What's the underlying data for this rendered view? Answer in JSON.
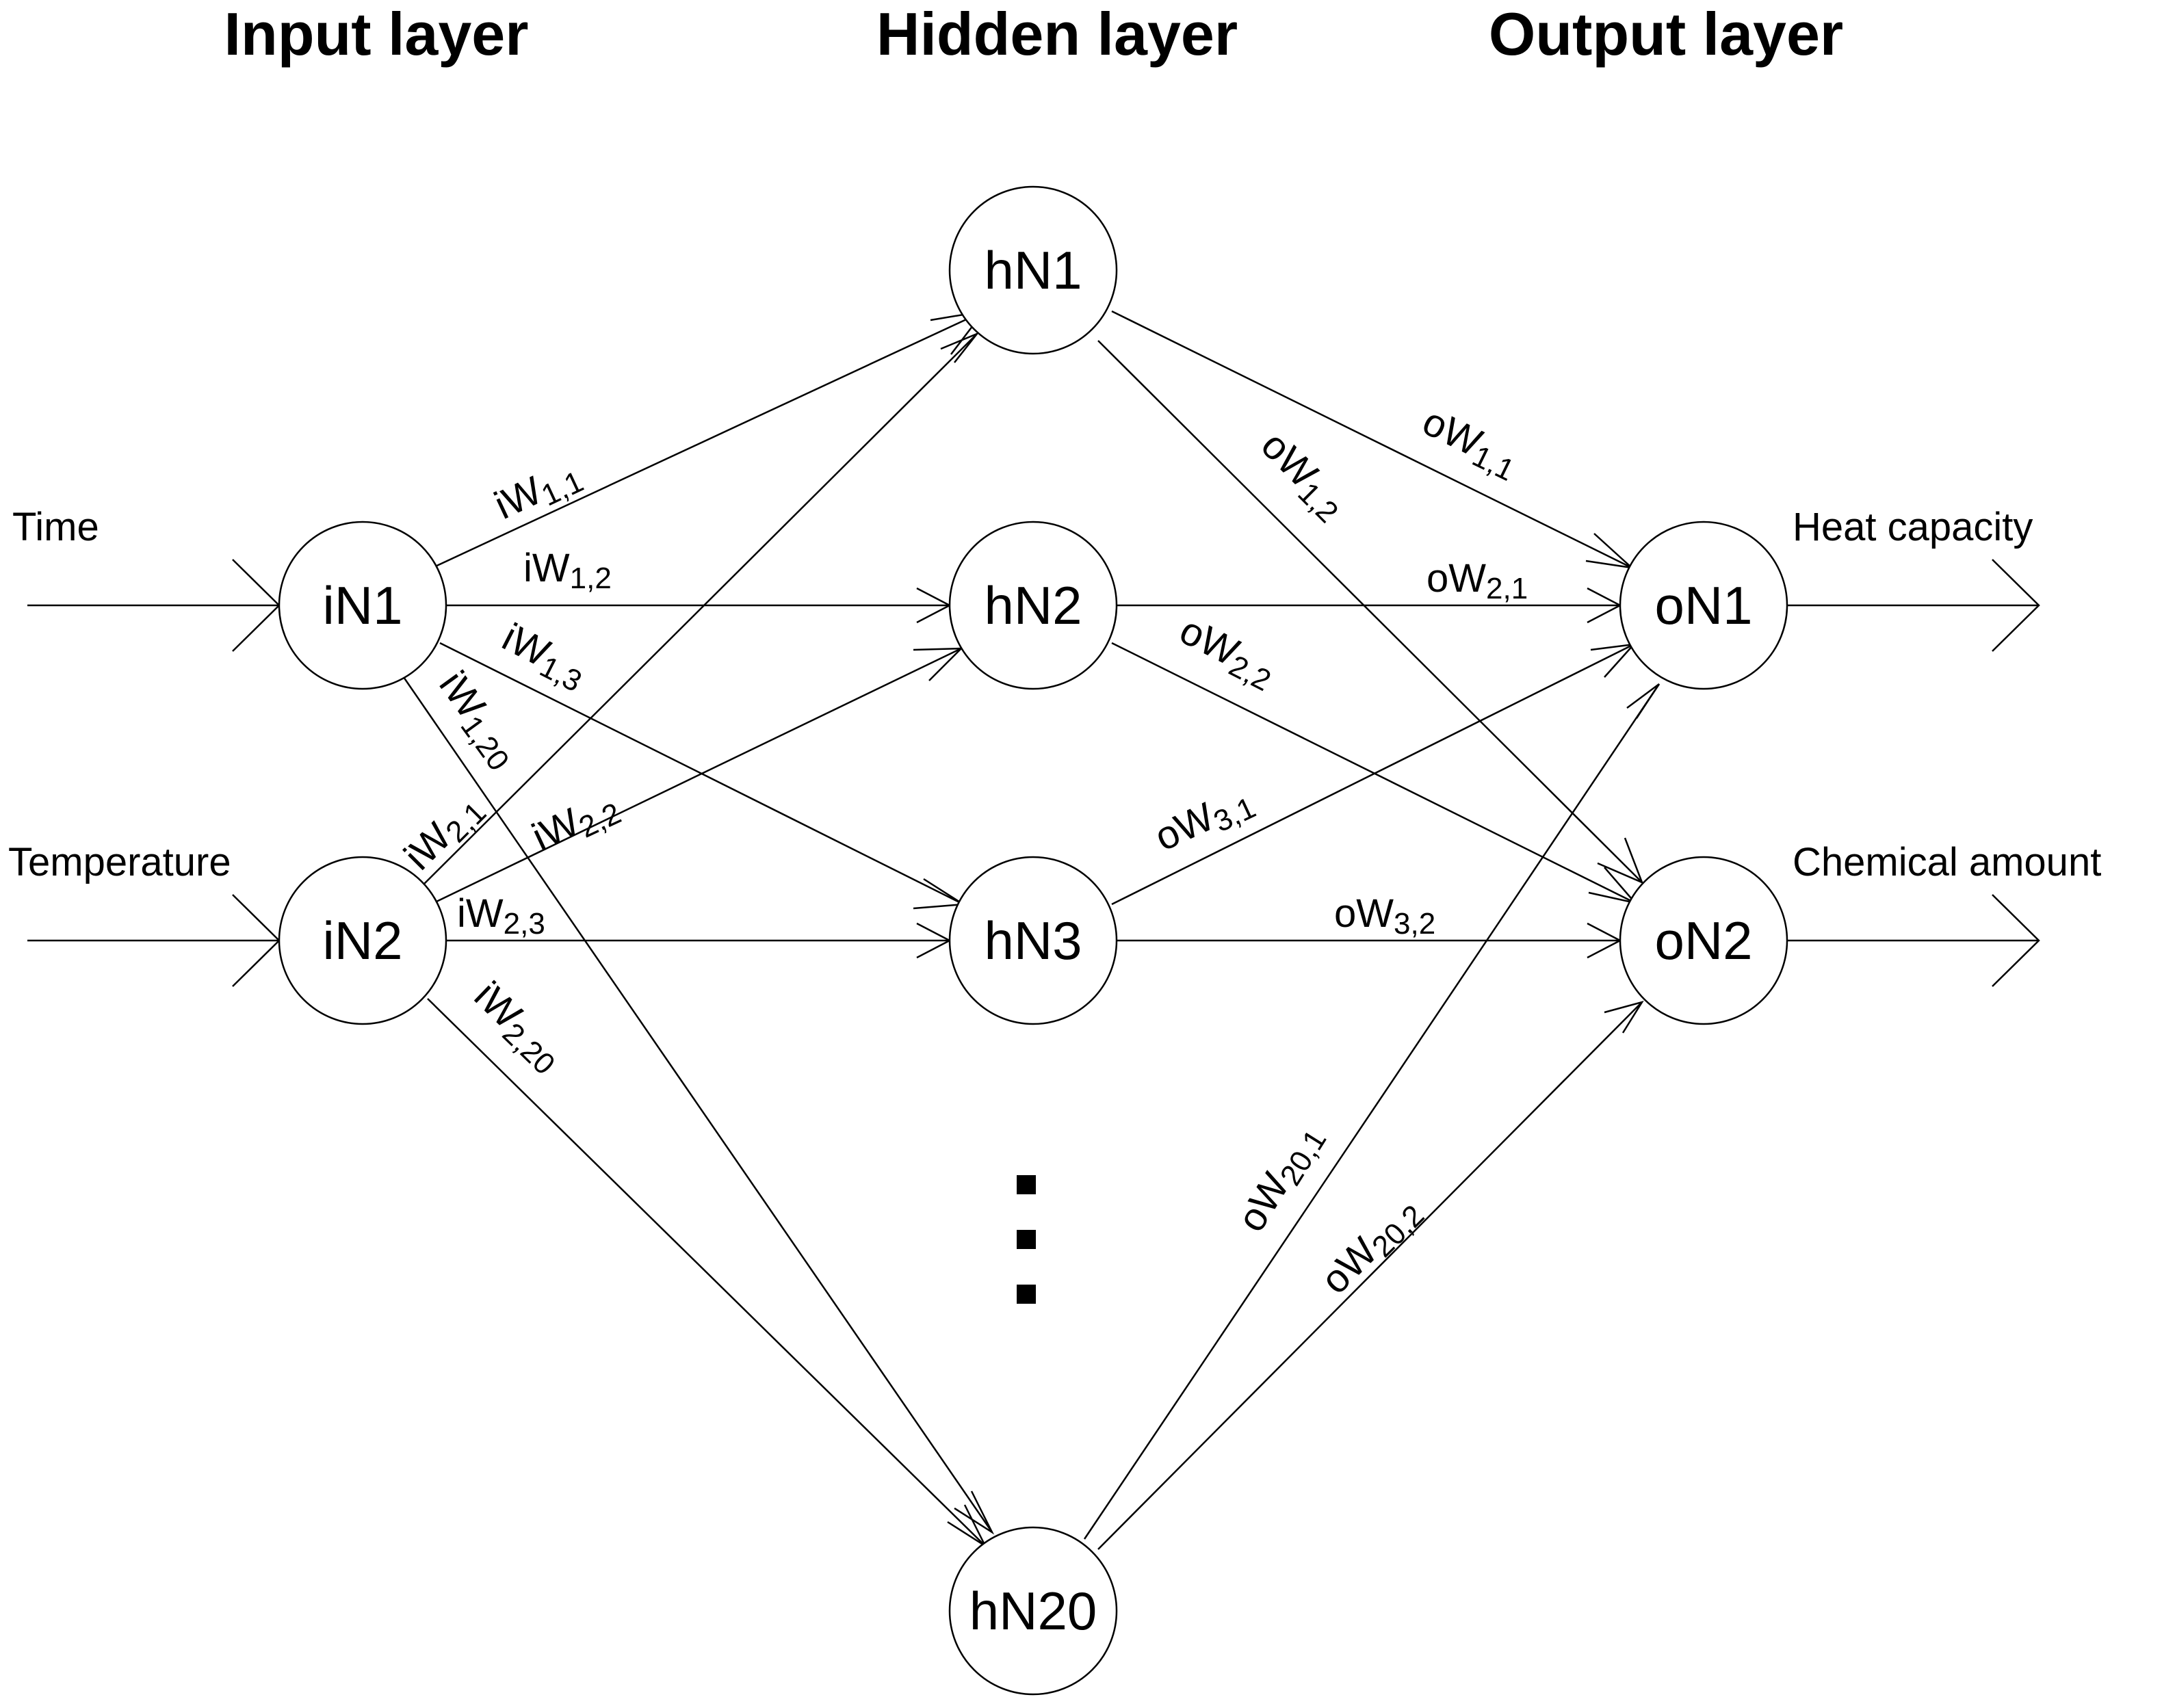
{
  "layers": {
    "input_title": "Input layer",
    "hidden_title": "Hidden layer",
    "output_title": "Output layer"
  },
  "inputs": [
    {
      "label": "Time"
    },
    {
      "label": "Temperature"
    }
  ],
  "outputs": [
    {
      "label": "Heat capacity"
    },
    {
      "label": "Chemical amount"
    }
  ],
  "nodes": {
    "iN1": "iN1",
    "iN2": "iN2",
    "hN1": "hN1",
    "hN2": "hN2",
    "hN3": "hN3",
    "hN20": "hN20",
    "oN1": "oN1",
    "oN2": "oN2"
  },
  "weights": {
    "iw11": {
      "base": "iW",
      "sub": "1,1"
    },
    "iw12": {
      "base": "iW",
      "sub": "1,2"
    },
    "iw13": {
      "base": "iW",
      "sub": "1,3"
    },
    "iw120": {
      "base": "iW",
      "sub": "1,20"
    },
    "iw21": {
      "base": "iW",
      "sub": "2,1"
    },
    "iw22": {
      "base": "iW",
      "sub": "2,2"
    },
    "iw23": {
      "base": "iW",
      "sub": "2,3"
    },
    "iw220": {
      "base": "iW",
      "sub": "2,20"
    },
    "ow11": {
      "base": "oW",
      "sub": "1,1"
    },
    "ow12": {
      "base": "oW",
      "sub": "1,2"
    },
    "ow21": {
      "base": "oW",
      "sub": "2,1"
    },
    "ow22": {
      "base": "oW",
      "sub": "2,2"
    },
    "ow31": {
      "base": "oW",
      "sub": "3,1"
    },
    "ow32": {
      "base": "oW",
      "sub": "3,2"
    },
    "ow201": {
      "base": "oW",
      "sub": "20,1"
    },
    "ow202": {
      "base": "oW",
      "sub": "20,2"
    }
  }
}
